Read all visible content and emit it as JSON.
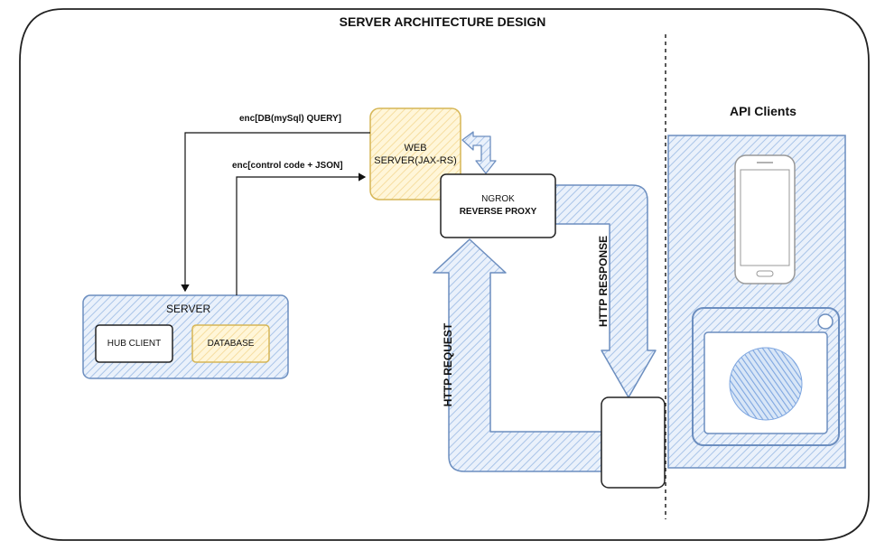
{
  "title": "SERVER ARCHITECTURE DESIGN",
  "api_clients": {
    "label": "API Clients"
  },
  "web_server": {
    "line1": "WEB",
    "line2": "SERVER(JAX-RS)"
  },
  "ngrok": {
    "line1": "NGROK",
    "line2": "REVERSE PROXY"
  },
  "server": {
    "label": "SERVER",
    "hub_client": "HUB CLIENT",
    "database": "DATABASE"
  },
  "edges": {
    "db_query": "enc[DB(mySql) QUERY]",
    "control_code": "enc[control code + JSON]",
    "http_response": "HTTP RESPONSE",
    "http_request": "HTTP REQUEST"
  },
  "colors": {
    "blue_fill": "#dae8fc",
    "blue_stroke": "#6c8ebf",
    "yellow_fill": "#fff2cc",
    "yellow_stroke": "#d6b656",
    "globe": "#7ea6e0"
  }
}
